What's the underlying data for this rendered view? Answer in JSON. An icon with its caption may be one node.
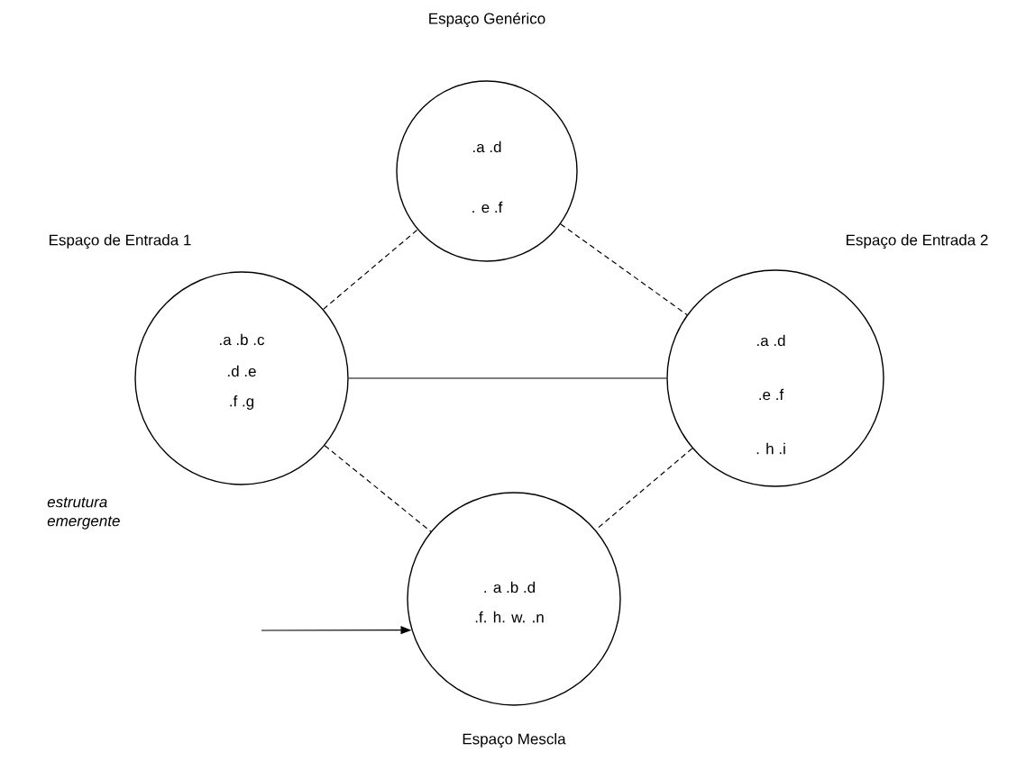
{
  "diagram": {
    "nodes": [
      {
        "text": [
          "Espaço Genérico",
          ".a .d",
          ". e .f"
        ]
      },
      {
        "text": [
          "Espaço de Entrada 1",
          ".a .b .c",
          ".d .e",
          ".f .g"
        ]
      },
      {
        "text": [
          "Espaço de Entrada 2",
          ".a .d",
          ".e .f",
          ". h .i"
        ]
      },
      {
        "text": [
          ". a .b .d",
          ".f. h. w. .n",
          "Espaço Mescla"
        ]
      }
    ],
    "edges": [
      {
        "from": 1,
        "to": 0,
        "arrow": "none",
        "style": "dashed"
      },
      {
        "from": 0,
        "to": 2,
        "arrow": "none",
        "style": "dashed"
      },
      {
        "from": 1,
        "to": 2,
        "arrow": "none"
      },
      {
        "from": 1,
        "to": 3,
        "arrow": "none",
        "style": "dashed"
      },
      {
        "from": 2,
        "to": 3,
        "arrow": "none",
        "style": "dashed"
      },
      {
        "from": null,
        "to": 3,
        "arrow": "to"
      }
    ],
    "labels": [
      "estrutura emergente"
    ]
  }
}
